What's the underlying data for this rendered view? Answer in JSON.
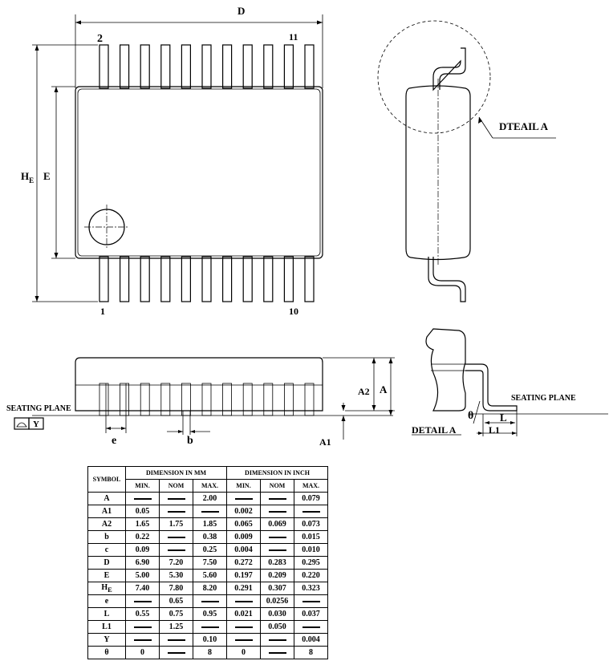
{
  "labels": {
    "D": "D",
    "pin2": "2",
    "pin11": "11",
    "pin1": "1",
    "pin10": "10",
    "HE_main": "H",
    "HE_sub": "E",
    "E": "E",
    "detail_a_callout": "DTEAIL A",
    "A2": "A2",
    "A": "A",
    "A1": "A1",
    "seating_plane_left": "SEATING PLANE",
    "Y": "Y",
    "e": "e",
    "b": "b",
    "detail_a_title": "DETAIL A",
    "seating_plane_right": "SEATING PLANE",
    "theta": "θ",
    "L": "L",
    "L1": "L1"
  },
  "table": {
    "symbol_header": "SYMBOL",
    "mm_header": "DIMENSION IN MM",
    "inch_header": "DIMENSION IN INCH",
    "sub_headers": [
      "MIN.",
      "NOM",
      "MAX.",
      "MIN.",
      "NOM",
      "MAX."
    ],
    "rows": [
      {
        "symbol": "A",
        "sub": "",
        "values": [
          "—",
          "—",
          "2.00",
          "—",
          "—",
          "0.079"
        ]
      },
      {
        "symbol": "A1",
        "sub": "",
        "values": [
          "0.05",
          "—",
          "—",
          "0.002",
          "—",
          "—"
        ]
      },
      {
        "symbol": "A2",
        "sub": "",
        "values": [
          "1.65",
          "1.75",
          "1.85",
          "0.065",
          "0.069",
          "0.073"
        ]
      },
      {
        "symbol": "b",
        "sub": "",
        "values": [
          "0.22",
          "—",
          "0.38",
          "0.009",
          "—",
          "0.015"
        ]
      },
      {
        "symbol": "c",
        "sub": "",
        "values": [
          "0.09",
          "—",
          "0.25",
          "0.004",
          "—",
          "0.010"
        ]
      },
      {
        "symbol": "D",
        "sub": "",
        "values": [
          "6.90",
          "7.20",
          "7.50",
          "0.272",
          "0.283",
          "0.295"
        ]
      },
      {
        "symbol": "E",
        "sub": "",
        "values": [
          "5.00",
          "5.30",
          "5.60",
          "0.197",
          "0.209",
          "0.220"
        ]
      },
      {
        "symbol": "H",
        "sub": "E",
        "values": [
          "7.40",
          "7.80",
          "8.20",
          "0.291",
          "0.307",
          "0.323"
        ]
      },
      {
        "symbol": "e",
        "sub": "",
        "values": [
          "—",
          "0.65",
          "—",
          "—",
          "0.0256",
          "—"
        ]
      },
      {
        "symbol": "L",
        "sub": "",
        "values": [
          "0.55",
          "0.75",
          "0.95",
          "0.021",
          "0.030",
          "0.037"
        ]
      },
      {
        "symbol": "L1",
        "sub": "",
        "values": [
          "—",
          "1.25",
          "—",
          "—",
          "0.050",
          "—"
        ]
      },
      {
        "symbol": "Y",
        "sub": "",
        "values": [
          "—",
          "—",
          "0.10",
          "—",
          "—",
          "0.004"
        ]
      },
      {
        "symbol": "θ",
        "sub": "",
        "values": [
          "0",
          "—",
          "8",
          "0",
          "—",
          "8"
        ]
      }
    ]
  }
}
